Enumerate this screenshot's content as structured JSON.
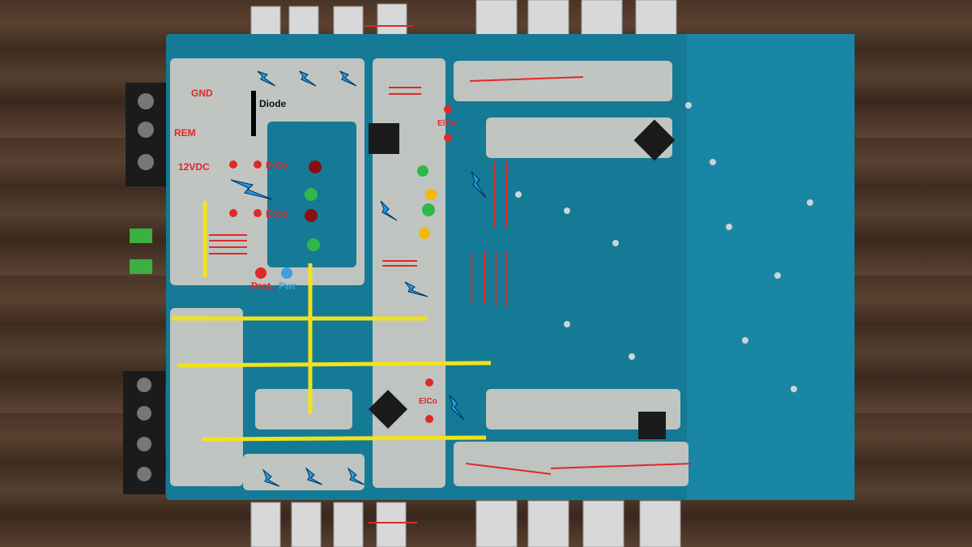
{
  "labels": {
    "gnd": "GND",
    "rem": "REM",
    "vdc": "12VDC",
    "diode": "Diode",
    "elco": [
      "ElCo",
      "ElCo",
      "ElCo",
      "ElCo"
    ],
    "prot": "Prot.",
    "pwr": "Pwr"
  },
  "colors": {
    "board": "#157a95",
    "solder": "#c9c9c4",
    "marker_yellow": "#f2e21a",
    "marker_red": "#e02828",
    "marker_lightning": "#1aa0e8",
    "led_green": "#2fb84a",
    "led_darkred": "#8a0d14",
    "led_amber": "#f5b700"
  }
}
